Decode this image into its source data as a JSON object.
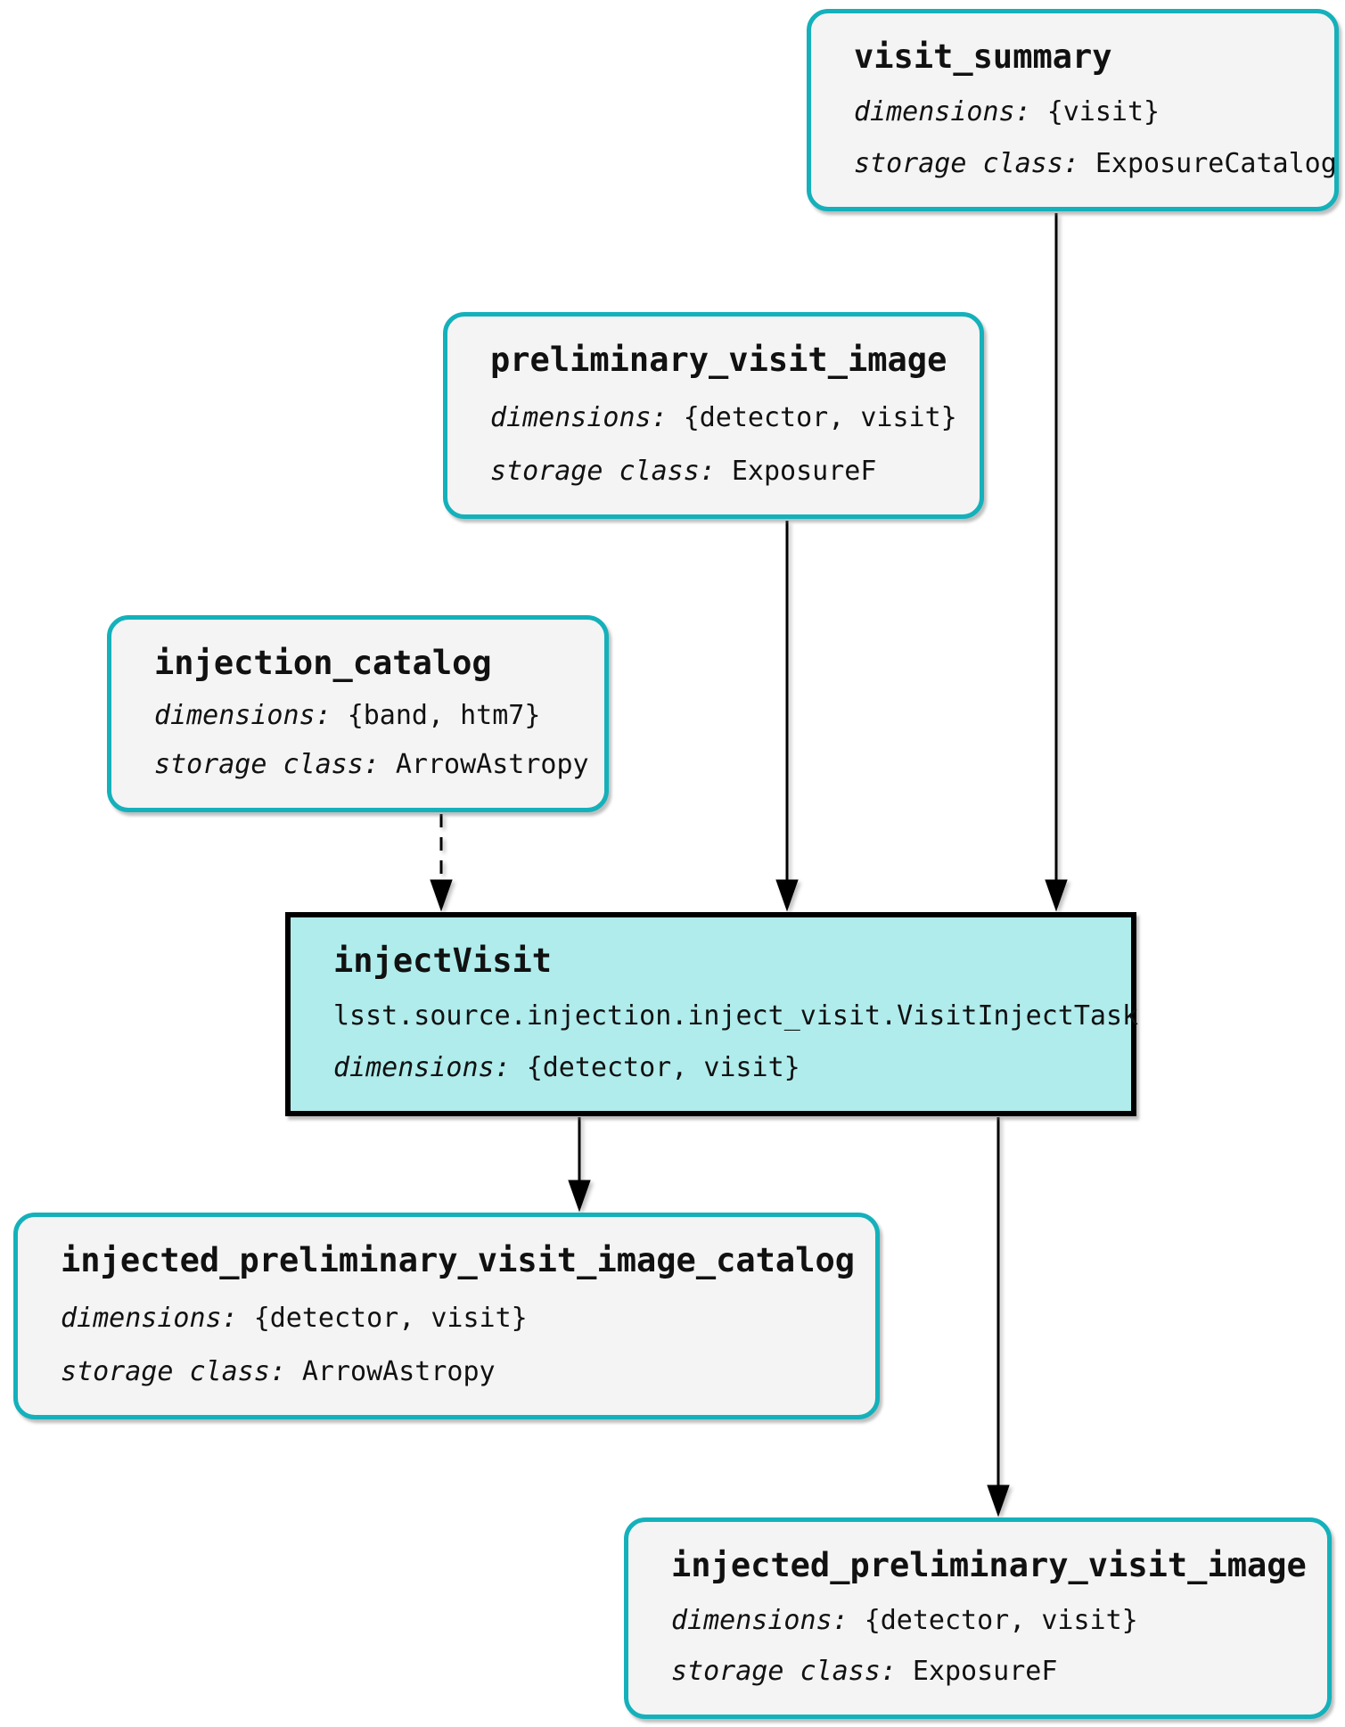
{
  "diagram": {
    "nodes": {
      "visit_summary": {
        "title": "visit_summary",
        "dimensions_label": "dimensions:",
        "dimensions_value": "{visit}",
        "storage_label": "storage class:",
        "storage_value": "ExposureCatalog"
      },
      "preliminary_visit_image": {
        "title": "preliminary_visit_image",
        "dimensions_label": "dimensions:",
        "dimensions_value": "{detector, visit}",
        "storage_label": "storage class:",
        "storage_value": "ExposureF"
      },
      "injection_catalog": {
        "title": "injection_catalog",
        "dimensions_label": "dimensions:",
        "dimensions_value": "{band, htm7}",
        "storage_label": "storage class:",
        "storage_value": "ArrowAstropy"
      },
      "injectVisit": {
        "title": "injectVisit",
        "task_class": "lsst.source.injection.inject_visit.VisitInjectTask",
        "dimensions_label": "dimensions:",
        "dimensions_value": "{detector, visit}"
      },
      "injected_preliminary_visit_image_catalog": {
        "title": "injected_preliminary_visit_image_catalog",
        "dimensions_label": "dimensions:",
        "dimensions_value": "{detector, visit}",
        "storage_label": "storage class:",
        "storage_value": "ArrowAstropy"
      },
      "injected_preliminary_visit_image": {
        "title": "injected_preliminary_visit_image",
        "dimensions_label": "dimensions:",
        "dimensions_value": "{detector, visit}",
        "storage_label": "storage class:",
        "storage_value": "ExposureF"
      }
    },
    "edges": [
      {
        "from": "visit_summary",
        "to": "injectVisit",
        "style": "solid"
      },
      {
        "from": "preliminary_visit_image",
        "to": "injectVisit",
        "style": "solid"
      },
      {
        "from": "injection_catalog",
        "to": "injectVisit",
        "style": "dashed"
      },
      {
        "from": "injectVisit",
        "to": "injected_preliminary_visit_image_catalog",
        "style": "solid"
      },
      {
        "from": "injectVisit",
        "to": "injected_preliminary_visit_image",
        "style": "solid"
      }
    ],
    "colors": {
      "dataset_border": "#14b1bb",
      "dataset_fill": "#f4f4f4",
      "task_fill": "#b0ecec",
      "task_border": "#000000",
      "edge": "#000000"
    }
  }
}
